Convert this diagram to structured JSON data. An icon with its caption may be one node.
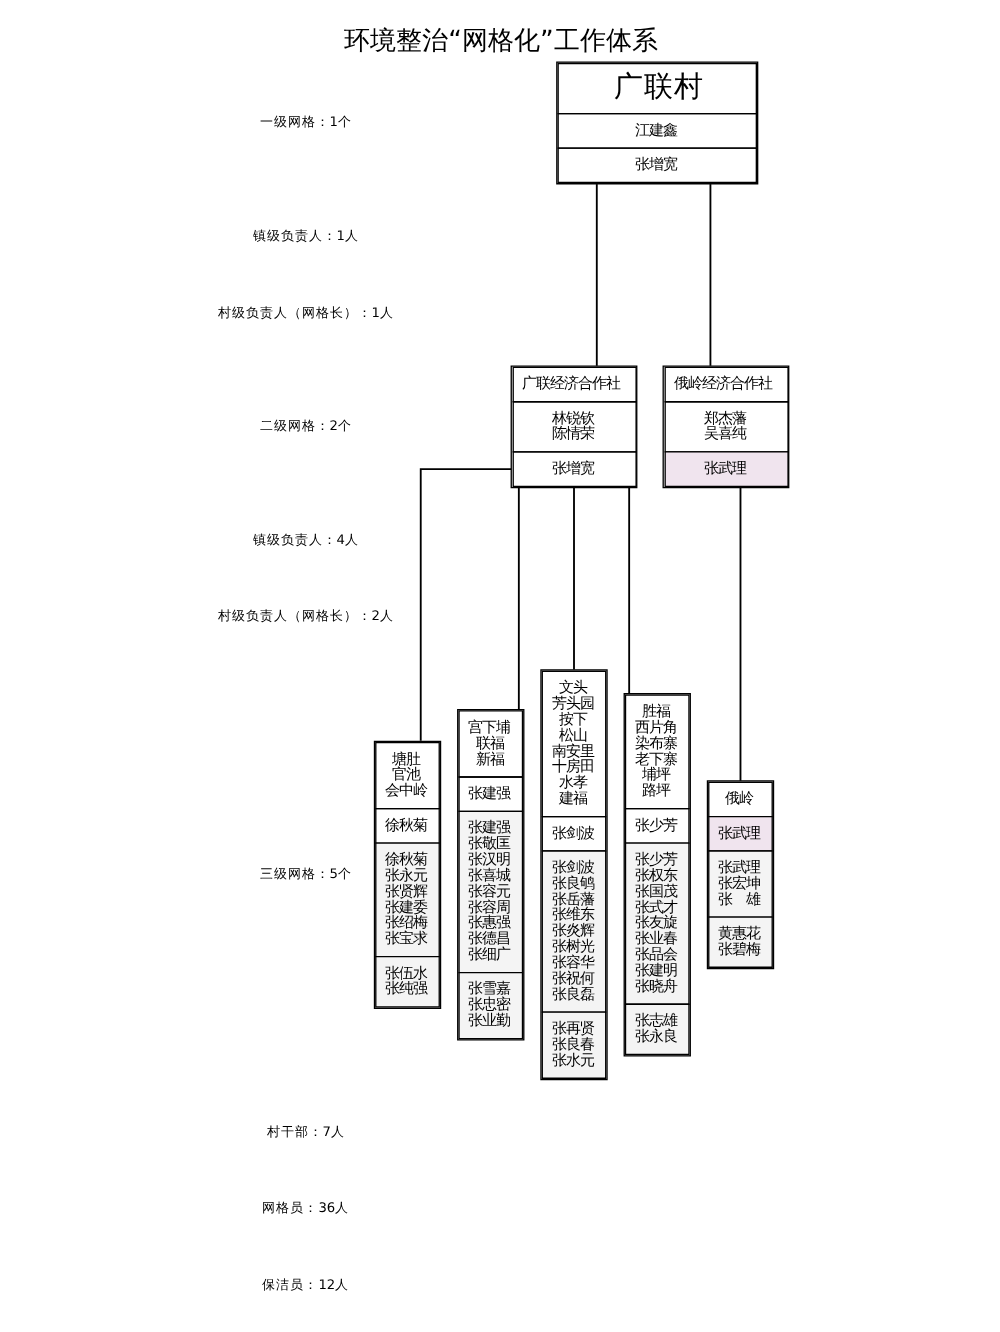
{
  "diagram": {
    "title": "环境整治“网格化”工作体系",
    "nodes": [
      {
        "text": [
          "广联村",
          "江建鑫",
          "张增宽"
        ]
      },
      {
        "text": [
          "广联经济合作社",
          "林锐钦",
          "陈情荣",
          "张增宽"
        ]
      },
      {
        "text": [
          "俄岭经济合作社",
          "郑杰藩",
          "吴喜纯",
          "张武理"
        ]
      },
      {
        "text": [
          "塘肚",
          "官池",
          "会中岭",
          "徐秋菊",
          "徐秋菊",
          "张永元",
          "张贤辉",
          "张建委",
          "张绍梅",
          "张宝求",
          "张伍水",
          "张纯强"
        ]
      },
      {
        "text": [
          "宫下埔",
          "联福",
          "新福",
          "张建强",
          "张建强",
          "张敬匡",
          "张汉明",
          "张喜城",
          "张容元",
          "张容周",
          "张惠强",
          "张德昌",
          "张细广",
          "张雪嘉",
          "张忠密",
          "张业勤"
        ]
      },
      {
        "text": [
          "文头",
          "芳头园",
          "按下",
          "松山",
          "南安里",
          "十房田",
          "水孝",
          "建福",
          "张剑波",
          "张剑波",
          "张良鸲",
          "张岳藩",
          "张维东",
          "张炎辉",
          "张树光",
          "张容华",
          "张祝何",
          "张良磊",
          "张再贤",
          "张良春",
          "张水元"
        ]
      },
      {
        "text": [
          "胜福",
          "西片角",
          "染布寨",
          "老下寨",
          "埔坪",
          "路坪",
          "张少芳",
          "张少芳",
          "张权东",
          "张国茂",
          "张式才",
          "张友旋",
          "张业春",
          "张品会",
          "张建明",
          "张晓舟",
          "张志雄",
          "张永良"
        ]
      },
      {
        "text": [
          "俄岭",
          "张武理",
          "张武理",
          "张宏坤",
          "张　雄",
          "黄惠花",
          "张碧梅"
        ]
      }
    ],
    "edges": [
      {
        "from": 0,
        "to": 1,
        "arrow": "none"
      },
      {
        "from": 0,
        "to": 2,
        "arrow": "none"
      },
      {
        "from": 1,
        "to": 3,
        "arrow": "none"
      },
      {
        "from": 1,
        "to": 4,
        "arrow": "none"
      },
      {
        "from": 1,
        "to": 5,
        "arrow": "none"
      },
      {
        "from": 1,
        "to": 6,
        "arrow": "none"
      },
      {
        "from": 2,
        "to": 7,
        "arrow": "none"
      }
    ],
    "labels": [
      "一级网格：1个",
      "镇级负责人：1人",
      "村级负责人（网格长）：1人",
      "二级网格：2个",
      "镇级负责人：4人",
      "村级负责人（网格长）：2人",
      "三级网格：5个",
      "村干部：7人",
      "网格员：36人",
      "保洁员：12人"
    ]
  }
}
